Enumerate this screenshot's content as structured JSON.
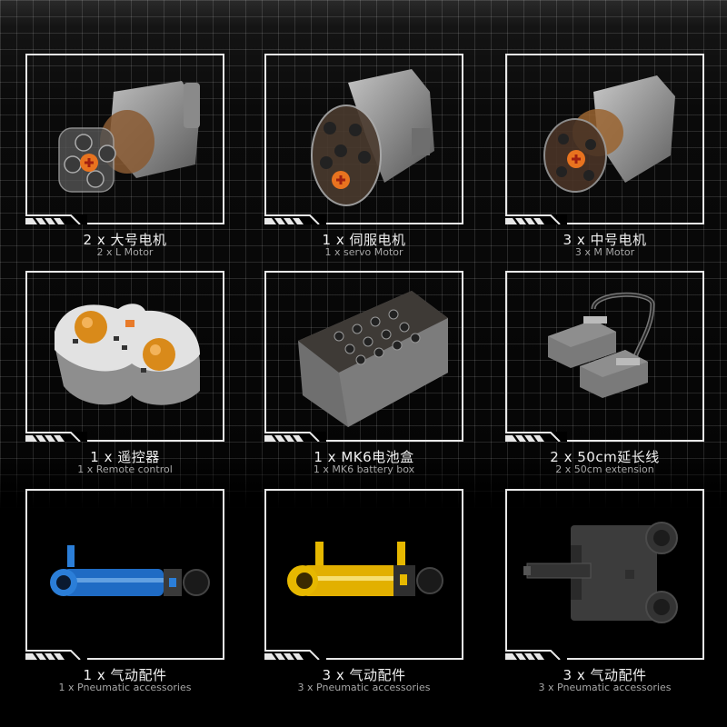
{
  "grid": {
    "columns": 3,
    "rows": 3
  },
  "colors": {
    "background": "#000000",
    "frame_border": "#e8e8e8",
    "label_primary": "#f0f0f0",
    "label_secondary": "#a6a6a6",
    "accent_orange": "#e8731f"
  },
  "items": [
    {
      "cn": "2 x 大号电机",
      "en": "2 x L  Motor",
      "icon": "l-motor-icon"
    },
    {
      "cn": "1 x 伺服电机",
      "en": "1 x servo  Motor",
      "icon": "servo-motor-icon"
    },
    {
      "cn": "3 x 中号电机",
      "en": "3 x M  Motor",
      "icon": "m-motor-icon"
    },
    {
      "cn": "1 x 遥控器",
      "en": "1 x Remote control",
      "icon": "remote-control-icon"
    },
    {
      "cn": "1 x MK6电池盒",
      "en": "1 x MK6 battery box",
      "icon": "battery-box-icon"
    },
    {
      "cn": "2 x 50cm延长线",
      "en": "2 x 50cm extension",
      "icon": "extension-cable-icon"
    },
    {
      "cn": "1 x 气动配件",
      "en": "1 x Pneumatic accessories",
      "icon": "blue-pneumatic-cylinder-icon"
    },
    {
      "cn": "3 x 气动配件",
      "en": "3 x Pneumatic accessories",
      "icon": "yellow-pneumatic-cylinder-icon"
    },
    {
      "cn": "3 x 气动配件",
      "en": "3 x Pneumatic accessories",
      "icon": "pneumatic-switch-icon"
    }
  ]
}
